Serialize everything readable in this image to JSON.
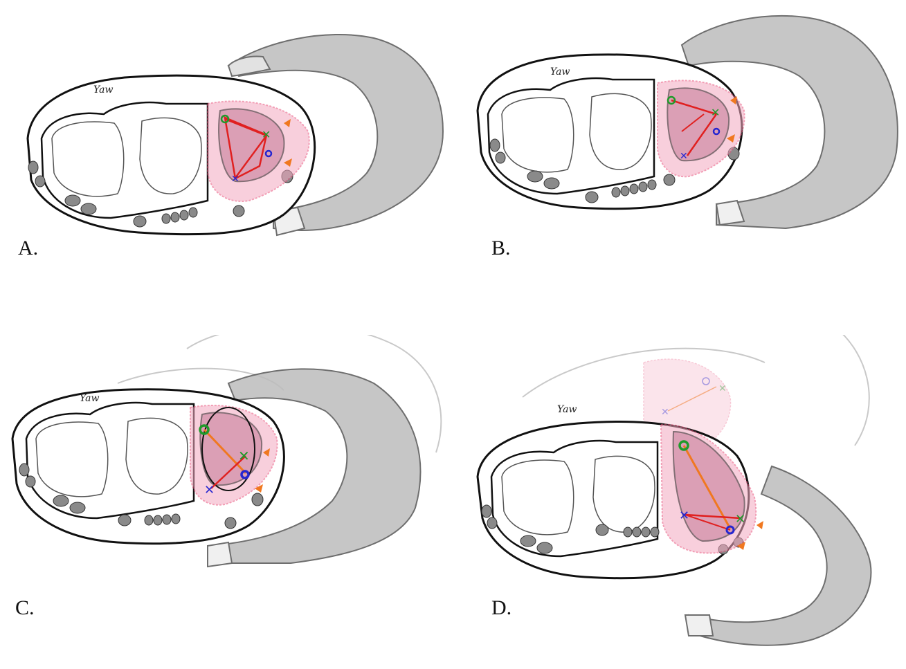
{
  "panels": [
    {
      "id": "A",
      "label": "A.",
      "signature": "Yaw"
    },
    {
      "id": "B",
      "label": "B.",
      "signature": "Yaw"
    },
    {
      "id": "C",
      "label": "C.",
      "signature": "Yaw"
    },
    {
      "id": "D",
      "label": "D.",
      "signature": "Yaw"
    }
  ],
  "colors": {
    "outline": "#111111",
    "hand": "#8c8c8c",
    "pink": "#e8507a",
    "red": "#e02020",
    "orange": "#f07820",
    "green": "#1f9a2a",
    "blue": "#2626d0",
    "bone_fill": "#ffffff",
    "tendon_fill": "#8a8a8a"
  }
}
